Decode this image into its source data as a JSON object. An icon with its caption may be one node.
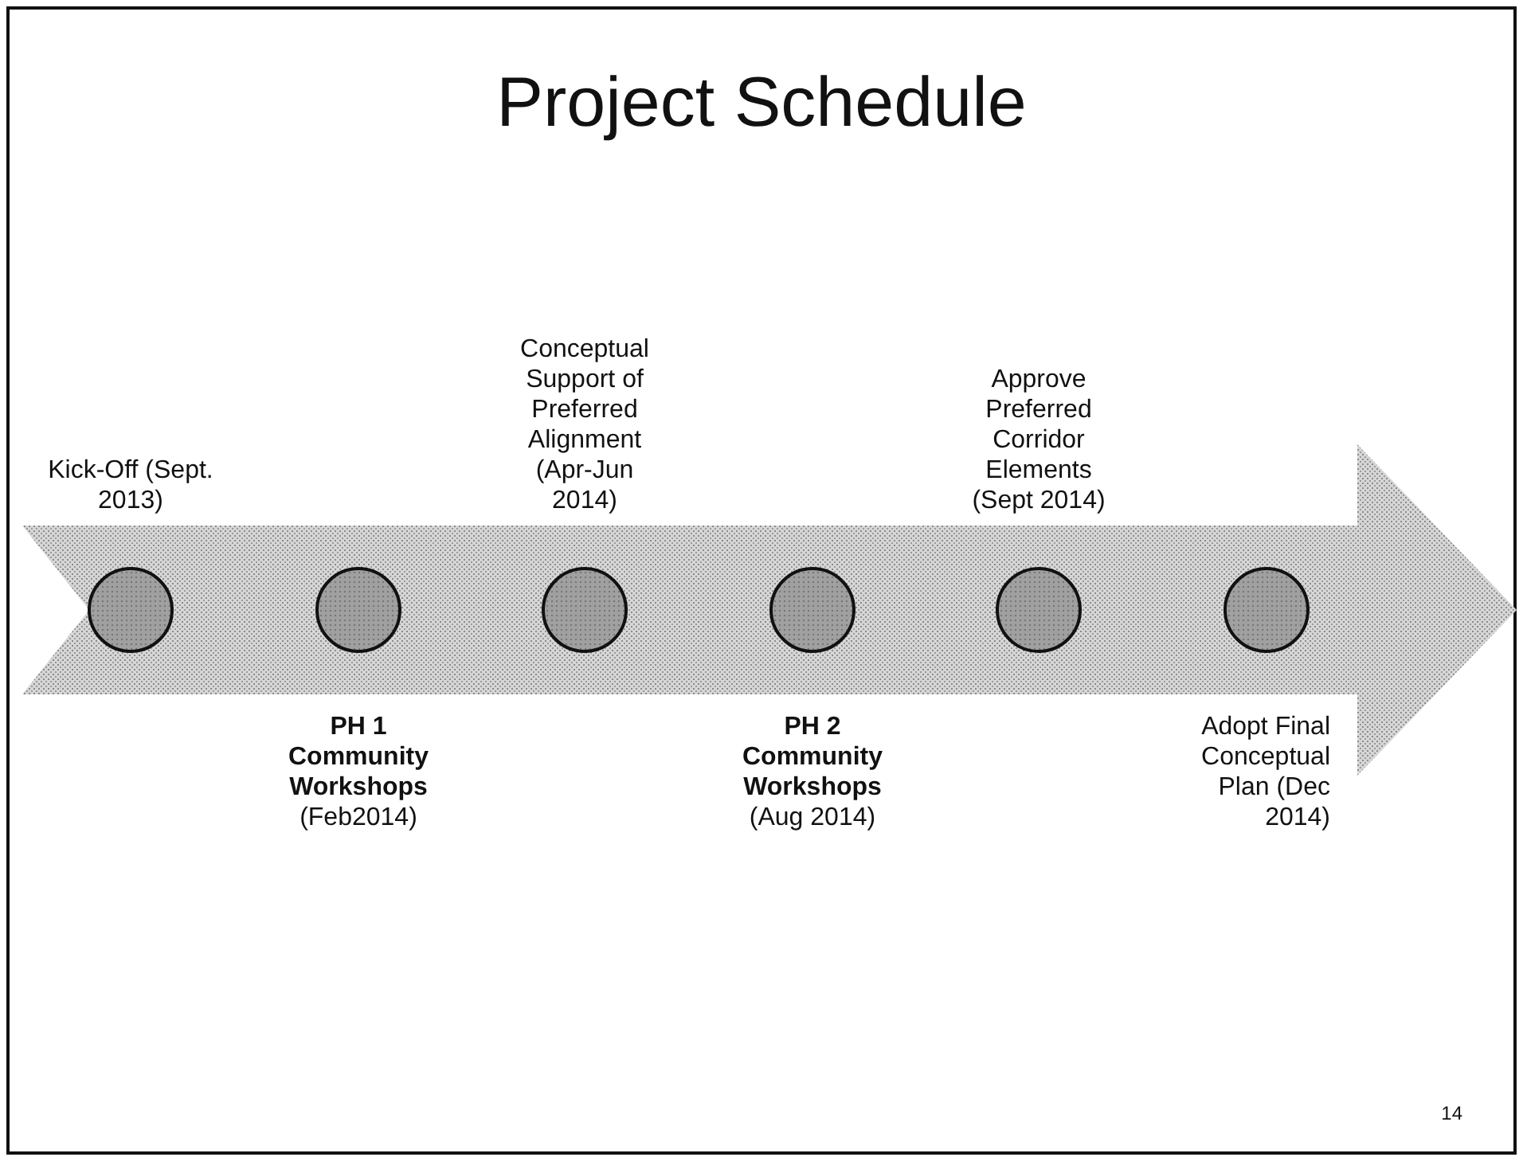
{
  "diagram": {
    "title": "Project Schedule",
    "nodes": [
      {
        "text": [],
        "shape": "circle",
        "beside": [
          "Kick-Off (Sept. 2013)"
        ]
      },
      {
        "text": [],
        "shape": "circle",
        "beside": [
          "**PH 1 Community Workshops** (Feb2014)"
        ]
      },
      {
        "text": [],
        "shape": "circle",
        "beside": [
          "Conceptual Support of Preferred Alignment (Apr-Jun 2014)"
        ]
      },
      {
        "text": [],
        "shape": "circle",
        "beside": [
          "**PH 2 Community Workshops** (Aug 2014)"
        ]
      },
      {
        "text": [],
        "shape": "circle",
        "beside": [
          "Approve Preferred Corridor Elements (Sept 2014)"
        ]
      },
      {
        "text": [],
        "shape": "circle",
        "beside": [
          "Adopt Final Conceptual Plan (Dec 2014)"
        ]
      }
    ],
    "labels": [
      "14"
    ]
  }
}
